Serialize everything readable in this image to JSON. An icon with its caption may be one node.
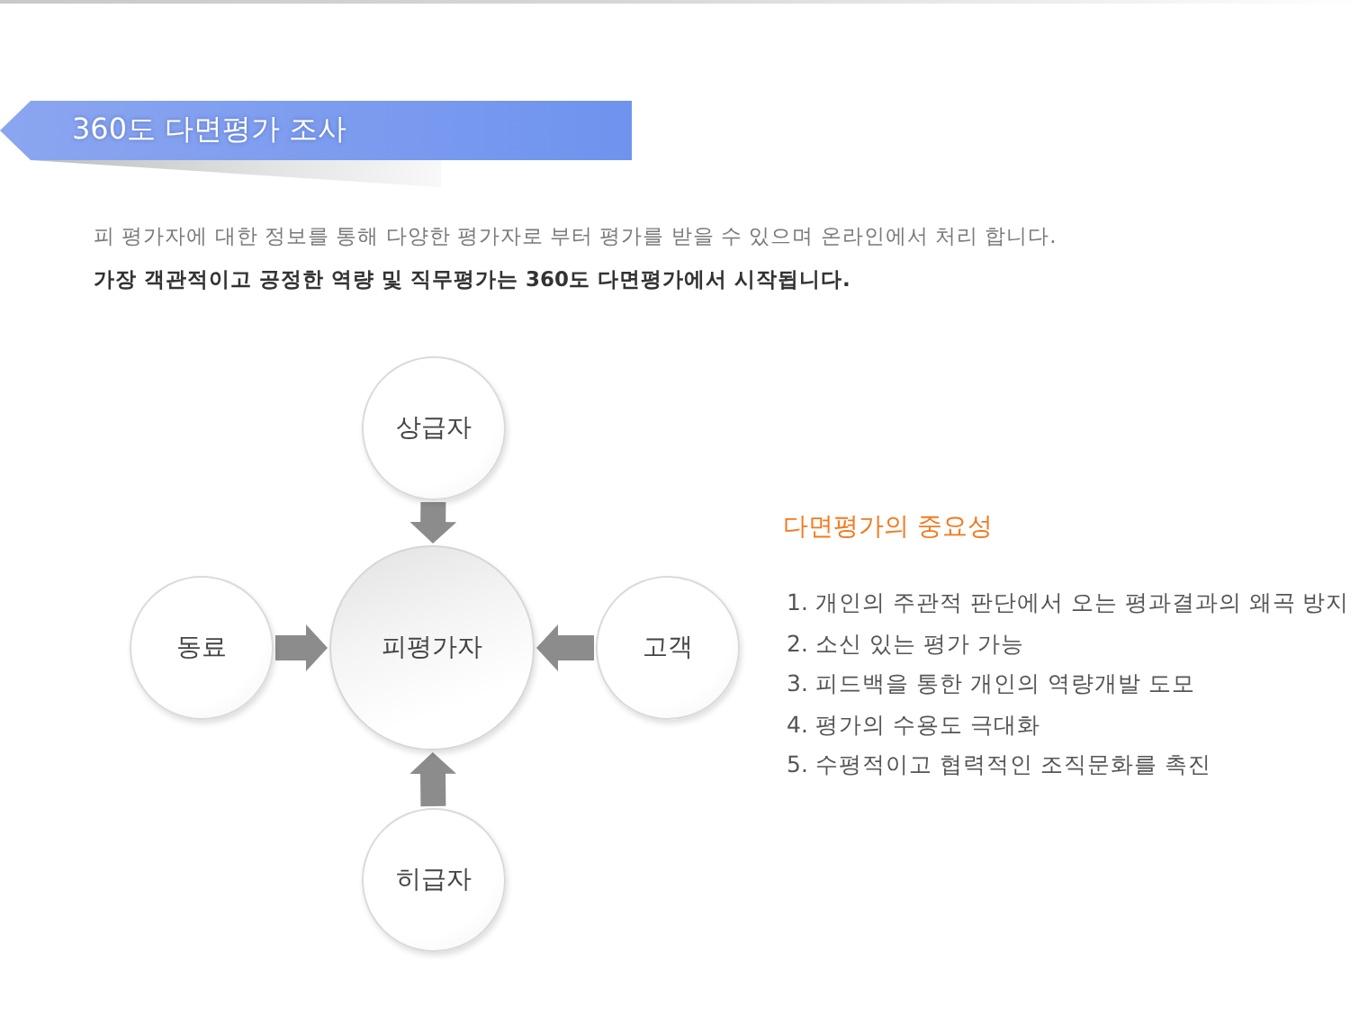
{
  "diagram": {
    "title": "360도 다면평가 조사",
    "nodes": [
      {
        "text": [
          "상급자"
        ]
      },
      {
        "text": [
          "동료"
        ]
      },
      {
        "text": [
          "피평가자"
        ]
      },
      {
        "text": [
          "고객"
        ]
      },
      {
        "text": [
          "히급자"
        ]
      }
    ],
    "edges": [
      {
        "from": 0,
        "to": 2,
        "arrow": "to"
      },
      {
        "from": 1,
        "to": 2,
        "arrow": "to"
      },
      {
        "from": 3,
        "to": 2,
        "arrow": "to"
      },
      {
        "from": 4,
        "to": 2,
        "arrow": "to"
      }
    ],
    "labels": [
      "피 평가자에 대한 정보를 통해 다양한 평가자로 부터 평가를 받을 수 있으며 온라인에서 처리 합니다.",
      "가장 객관적이고 공정한 역량 및 직무평가는 360도 다면평가에서 시작됩니다.",
      "다면평가의 중요성",
      "1. 개인의 주관적 판단에서 오는 평과결과의 왜곡 방지",
      "2. 소신 있는 평가 가능",
      "3. 피드백을 통한 개인의 역량개발 도모",
      "4. 평가의 수용도 극대화",
      "5. 수평적이고 협력적인 조직문화를 촉진"
    ]
  }
}
